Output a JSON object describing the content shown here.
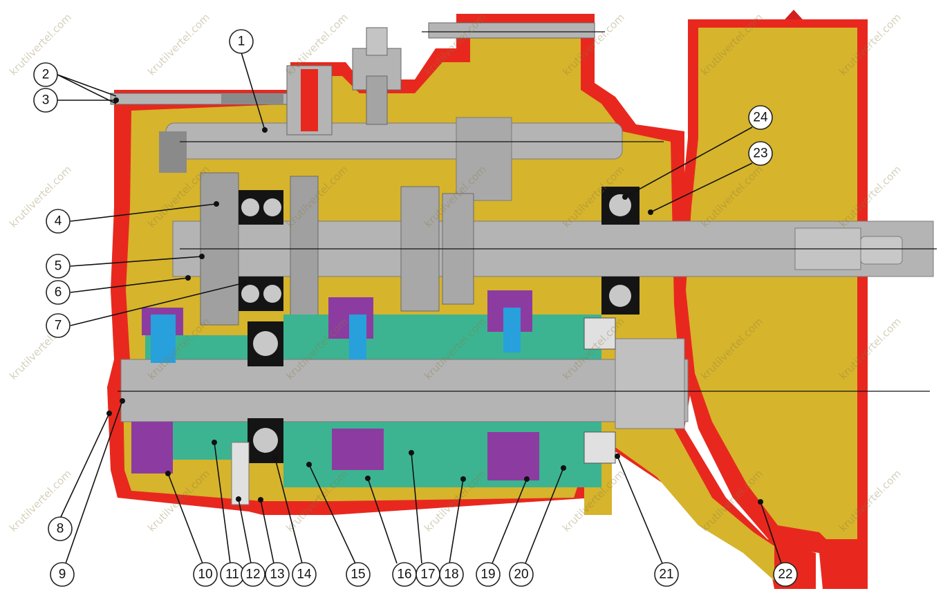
{
  "watermark": "krutilvertel.com",
  "colors": {
    "housing": "#e8281e",
    "oil": "#d6b42c",
    "steel": "#b4b4b4",
    "gear_green": "#3cb491",
    "synchro_purple": "#8c3ca0",
    "spring_blue": "#28a0dc",
    "bearing_black": "#141414"
  },
  "callouts": [
    {
      "id": "c1",
      "label": "1"
    },
    {
      "id": "c2",
      "label": "2"
    },
    {
      "id": "c3",
      "label": "3"
    },
    {
      "id": "c4",
      "label": "4"
    },
    {
      "id": "c5",
      "label": "5"
    },
    {
      "id": "c6",
      "label": "6"
    },
    {
      "id": "c7",
      "label": "7"
    },
    {
      "id": "c8",
      "label": "8"
    },
    {
      "id": "c9",
      "label": "9"
    },
    {
      "id": "c10",
      "label": "10"
    },
    {
      "id": "c11",
      "label": "11"
    },
    {
      "id": "c12",
      "label": "12"
    },
    {
      "id": "c13",
      "label": "13"
    },
    {
      "id": "c14",
      "label": "14"
    },
    {
      "id": "c15",
      "label": "15"
    },
    {
      "id": "c16",
      "label": "16"
    },
    {
      "id": "c17",
      "label": "17"
    },
    {
      "id": "c18",
      "label": "18"
    },
    {
      "id": "c19",
      "label": "19"
    },
    {
      "id": "c20",
      "label": "20"
    },
    {
      "id": "c21",
      "label": "21"
    },
    {
      "id": "c22",
      "label": "22"
    },
    {
      "id": "c23",
      "label": "23"
    },
    {
      "id": "c24",
      "label": "24"
    }
  ]
}
